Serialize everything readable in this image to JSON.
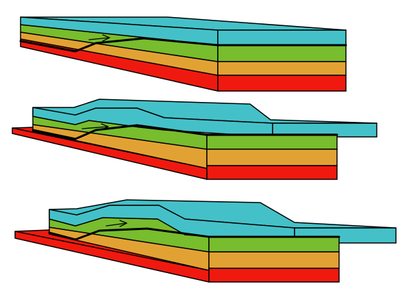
{
  "diagram": {
    "description_free": true,
    "stages": [
      {
        "stage": 1,
        "state": "flat"
      },
      {
        "stage": 2,
        "state": "thrust"
      },
      {
        "stage": 3,
        "state": "thrust-advanced"
      }
    ]
  },
  "colors": {
    "cyan": "#44c1c8",
    "green": "#78bd2d",
    "orange": "#e2a233",
    "red": "#f0190f",
    "outline": "#000000",
    "background": "#ffffff"
  }
}
